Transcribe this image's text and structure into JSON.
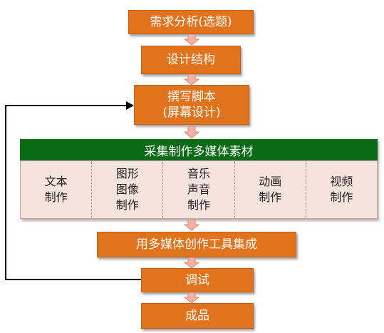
{
  "flow": {
    "step1": "需求分析(选题)",
    "step2": "设计结构",
    "step3_line1": "撰写脚本",
    "step3_line2": "(屏幕设计)",
    "collect_title": "采集制作多媒体素材",
    "media_items": [
      "文本\n制作",
      "图形\n图像\n制作",
      "音乐\n声音\n制作",
      "动画\n制作",
      "视频\n制作"
    ],
    "step5": "用多媒体创作工具集成",
    "step6": "调试",
    "step7": "成品"
  },
  "colors": {
    "step_box": "#e0731c",
    "collect_header": "#0b6a16",
    "media_panel": "#f6e3dd",
    "arrow_fill": "#f2b2a8",
    "loop_line": "#000000"
  }
}
